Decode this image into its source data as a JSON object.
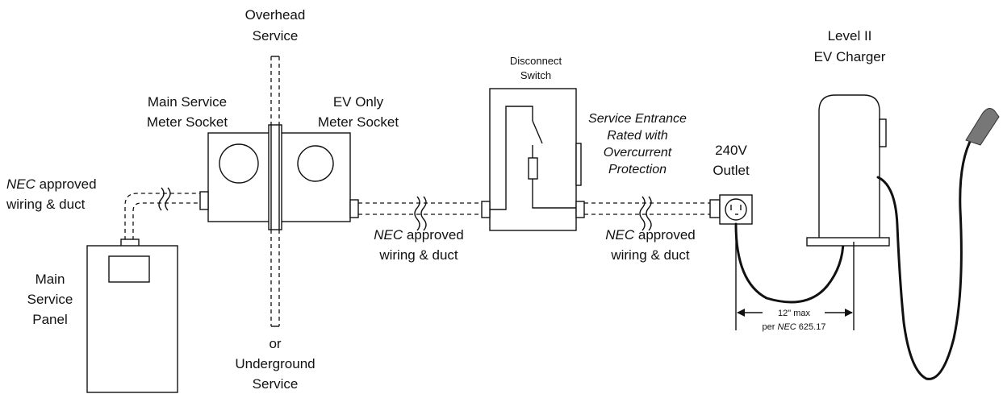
{
  "labels": {
    "overhead_1": "Overhead",
    "overhead_2": "Service",
    "underground_1": "or",
    "underground_2": "Underground",
    "underground_3": "Service",
    "main_meter_1": "Main Service",
    "main_meter_2": "Meter Socket",
    "ev_meter_1": "EV Only",
    "ev_meter_2": "Meter Socket",
    "disconnect_1": "Disconnect",
    "disconnect_2": "Switch",
    "service_entrance_1": "Service Entrance",
    "service_entrance_2": "Rated with",
    "service_entrance_3": "Overcurrent",
    "service_entrance_4": "Protection",
    "outlet_1": "240V",
    "outlet_2": "Outlet",
    "charger_1": "Level II",
    "charger_2": "EV Charger",
    "main_panel_1": "Main",
    "main_panel_2": "Service",
    "main_panel_3": "Panel",
    "wiring_nec": "NEC",
    "wiring_approved": " approved",
    "wiring_line2": "wiring & duct",
    "max_distance": "12\" max",
    "per_nec_a": "per ",
    "per_nec_b": "NEC",
    "per_nec_c": " 625.17"
  }
}
